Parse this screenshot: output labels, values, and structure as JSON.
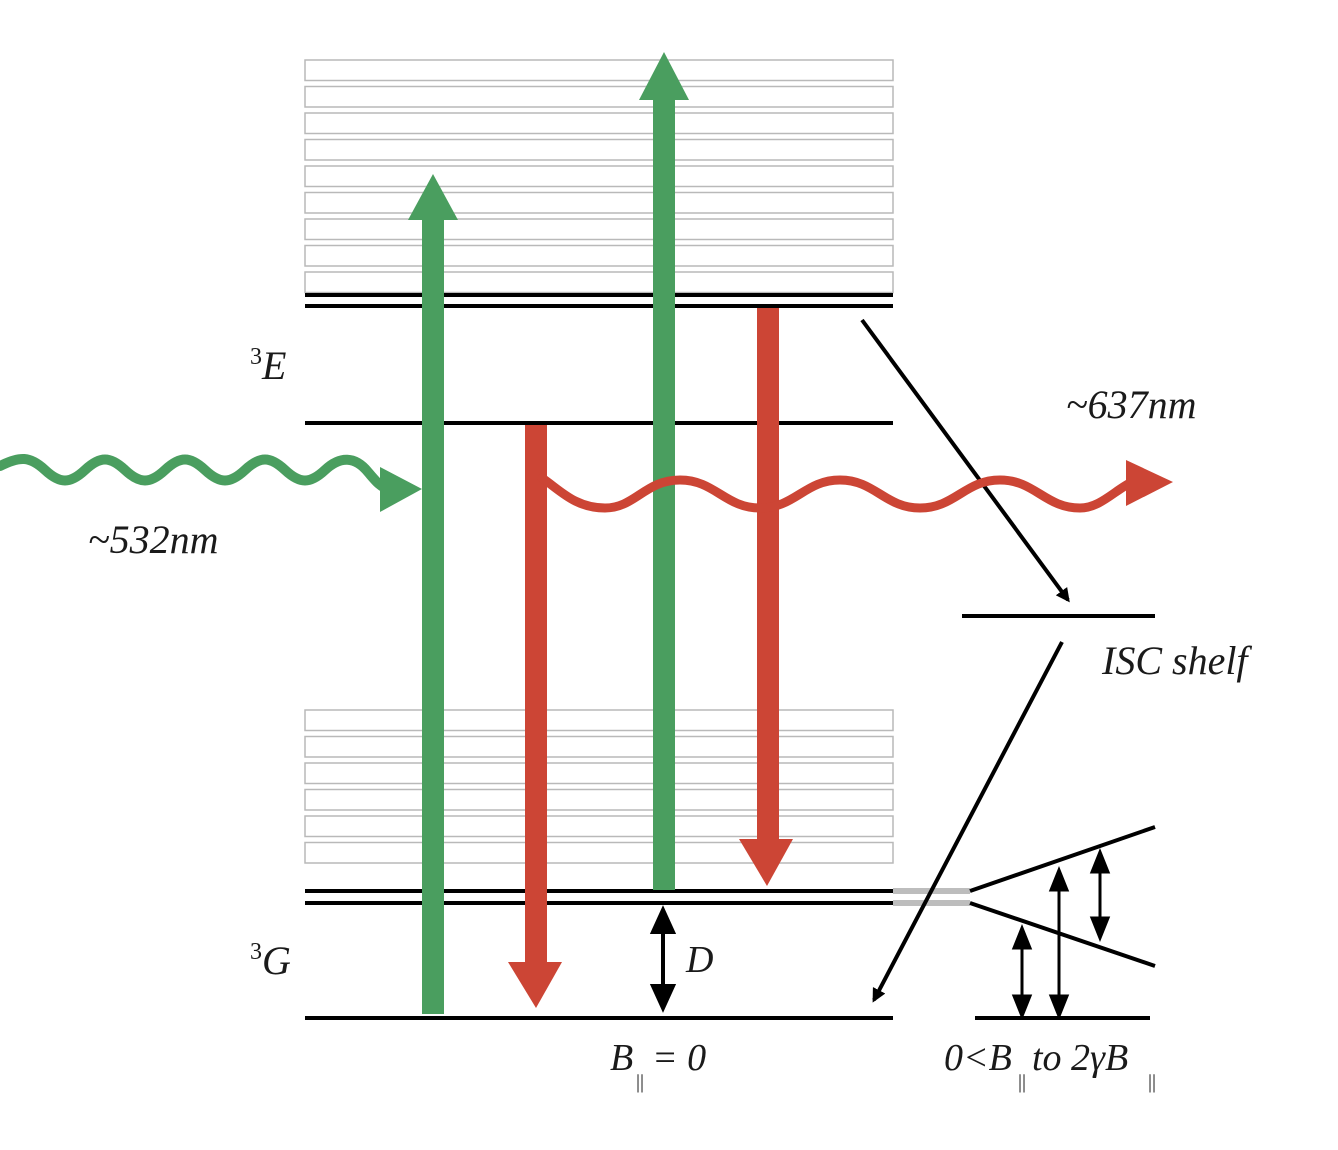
{
  "colors": {
    "excite_green": "#4a9e5f",
    "emit_red": "#cc4535",
    "level_black": "#000000",
    "vib_band_stroke": "#b9b9b9",
    "mid_gray": "#bdbdbd"
  },
  "labels": {
    "excited_state_sup": "3",
    "excited_state_main": "E",
    "ground_state_sup": "3",
    "ground_state_main": "G",
    "excitation_wavelength": "~532nm",
    "emission_wavelength": "~637nm",
    "isc_shelf": "ISC shelf",
    "zfs_label": "D",
    "field_zero_main": "B",
    "field_zero_sub": "||",
    "field_zero_rest": " = 0",
    "field_range_pre": "0<B",
    "field_range_sub1": "||",
    "field_range_mid": " to 2γB",
    "field_range_sub2": "||"
  }
}
